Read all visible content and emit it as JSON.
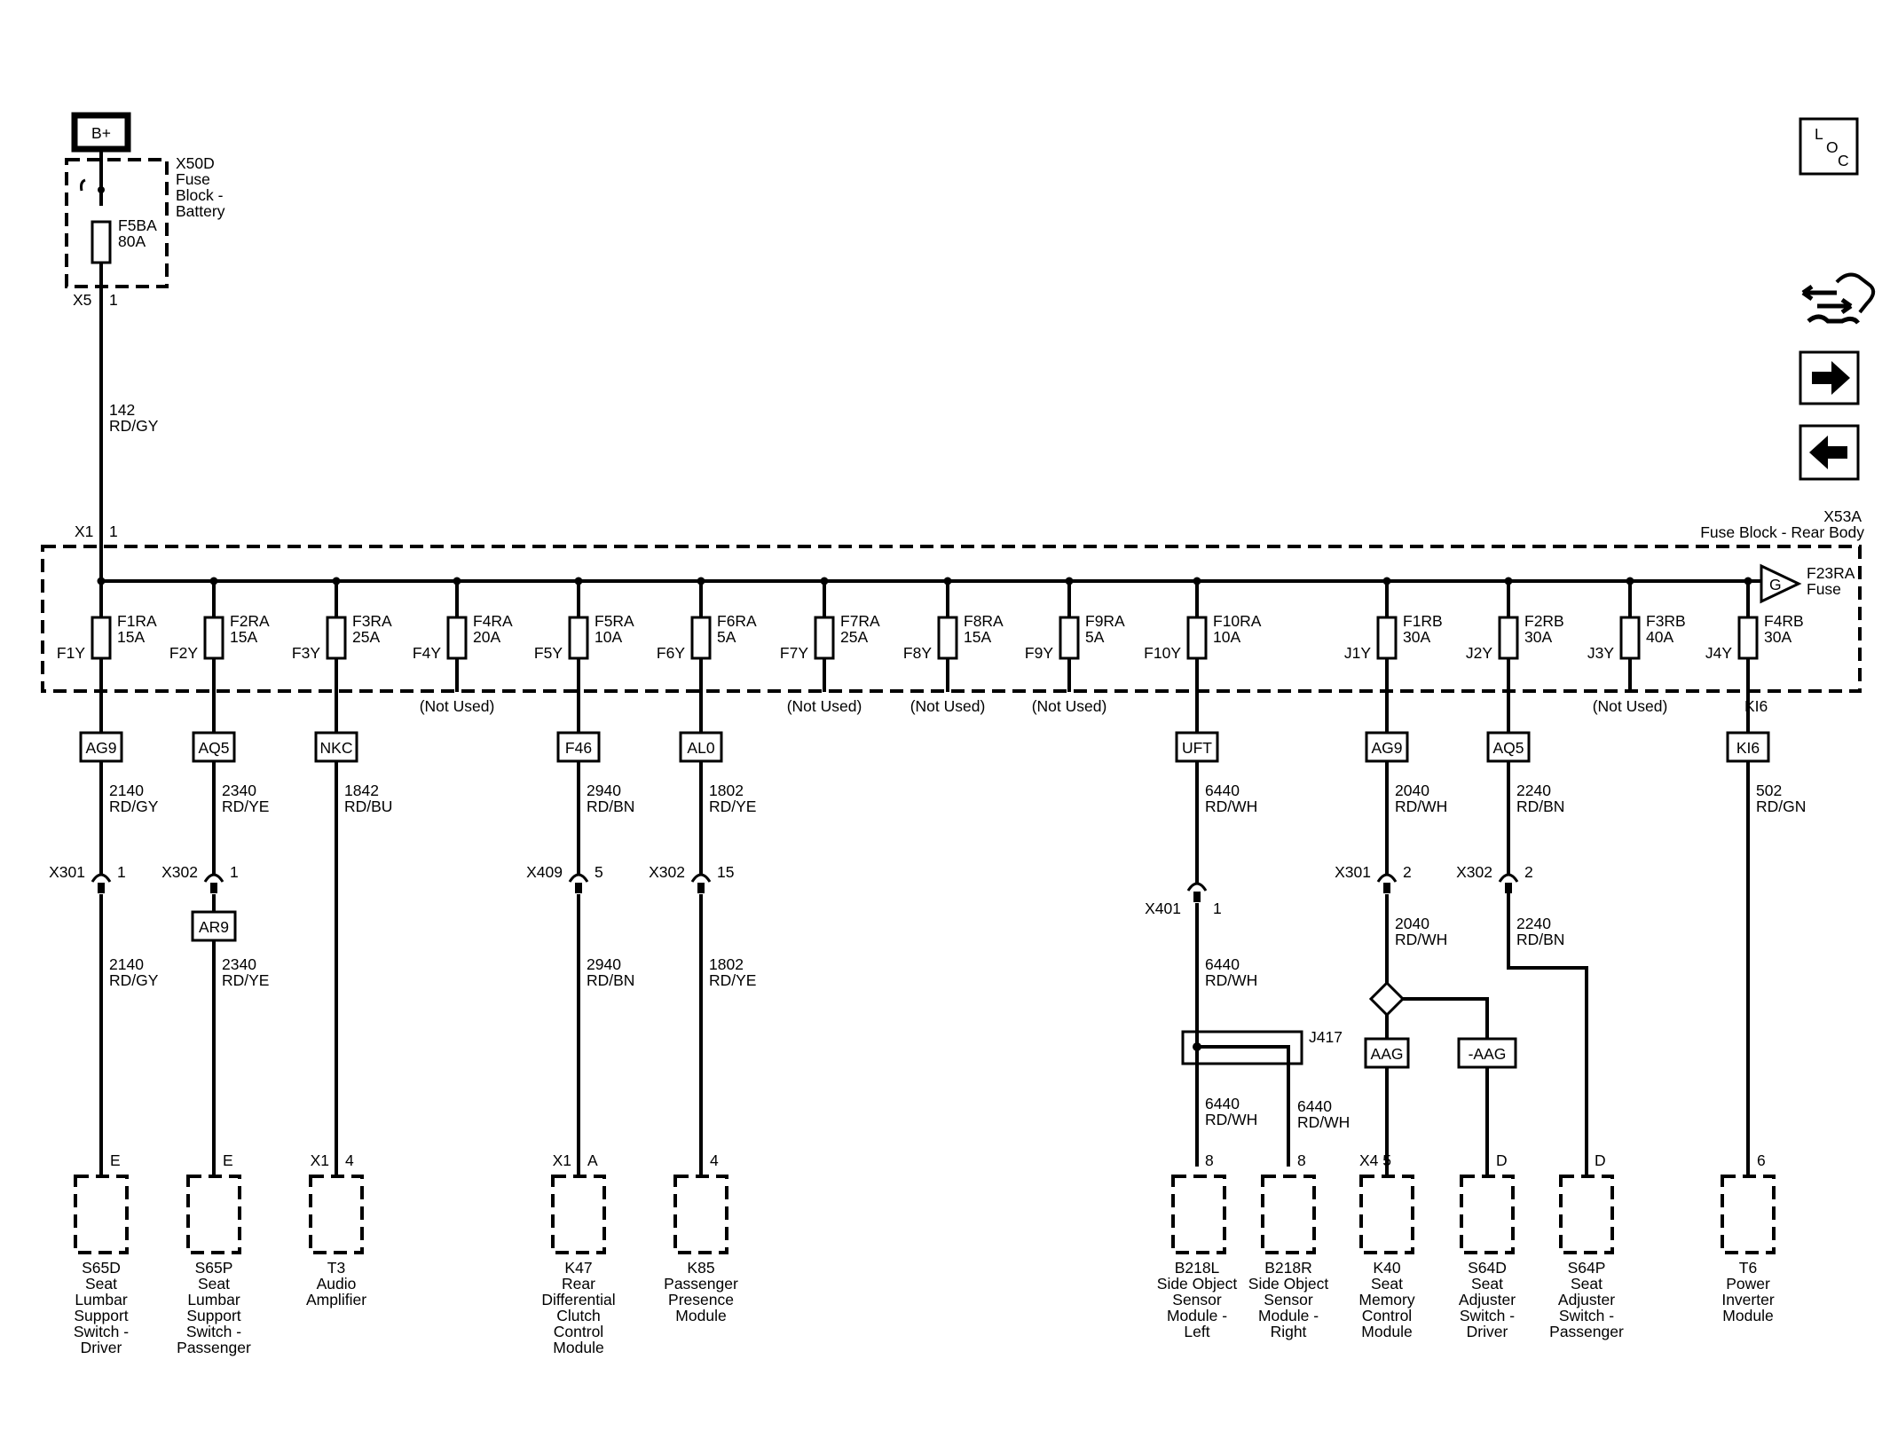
{
  "power": {
    "label": "B+"
  },
  "loc_icon": {
    "l": "L",
    "o": "O",
    "c": "C"
  },
  "nav": [
    "wiring-harness-icon",
    "arrow-right-icon",
    "arrow-left-icon"
  ],
  "fuse_block_battery": {
    "name": [
      "X50D",
      "Fuse",
      "Block -",
      "Battery"
    ],
    "fuse": [
      "F5BA",
      "80A"
    ],
    "conn": "X5",
    "pin": "1"
  },
  "main_wire": [
    "142",
    "RD/GY"
  ],
  "rear_block": {
    "name": [
      "X53A",
      "Fuse Block - Rear Body"
    ],
    "conn": "X1",
    "pin": "1",
    "bus_fuse": {
      "letter": "G",
      "label": [
        "F23RA",
        "Fuse"
      ]
    }
  },
  "fuses": [
    {
      "fuse": [
        "F1RA",
        "15A"
      ],
      "term": "F1Y",
      "opt": "AG9",
      "wire1": [
        "2140",
        "RD/GY"
      ],
      "conn": [
        "X301",
        "1"
      ],
      "wire2": [
        "2140",
        "RD/GY"
      ],
      "pin": "E",
      "module": [
        "S65D",
        "Seat",
        "Lumbar",
        "Support",
        "Switch -",
        "Driver"
      ]
    },
    {
      "fuse": [
        "F2RA",
        "15A"
      ],
      "term": "F2Y",
      "opt": "AQ5",
      "wire1": [
        "2340",
        "RD/YE"
      ],
      "conn": [
        "X302",
        "1"
      ],
      "opt2": "AR9",
      "wire2": [
        "2340",
        "RD/YE"
      ],
      "pin": "E",
      "module": [
        "S65P",
        "Seat",
        "Lumbar",
        "Support",
        "Switch -",
        "Passenger"
      ]
    },
    {
      "fuse": [
        "F3RA",
        "25A"
      ],
      "term": "F3Y",
      "opt": "NKC",
      "wire1": [
        "1842",
        "RD/BU"
      ],
      "pin": "X1 4",
      "module": [
        "T3",
        "Audio",
        "Amplifier"
      ]
    },
    {
      "fuse": [
        "F4RA",
        "20A"
      ],
      "term": "F4Y",
      "note": "(Not Used)"
    },
    {
      "fuse": [
        "F5RA",
        "10A"
      ],
      "term": "F5Y",
      "opt": "F46",
      "wire1": [
        "2940",
        "RD/BN"
      ],
      "conn": [
        "X409",
        "5"
      ],
      "wire2": [
        "2940",
        "RD/BN"
      ],
      "pin": "X1 A",
      "module": [
        "K47",
        "Rear",
        "Differential",
        "Clutch",
        "Control",
        "Module"
      ]
    },
    {
      "fuse": [
        "F6RA",
        "5A"
      ],
      "term": "F6Y",
      "opt": "AL0",
      "wire1": [
        "1802",
        "RD/YE"
      ],
      "conn": [
        "X302",
        "15"
      ],
      "wire2": [
        "1802",
        "RD/YE"
      ],
      "pin": "4",
      "module": [
        "K85",
        "Passenger",
        "Presence",
        "Module"
      ]
    },
    {
      "fuse": [
        "F7RA",
        "25A"
      ],
      "term": "F7Y",
      "note": "(Not Used)"
    },
    {
      "fuse": [
        "F8RA",
        "15A"
      ],
      "term": "F8Y",
      "note": "(Not Used)"
    },
    {
      "fuse": [
        "F9RA",
        "5A"
      ],
      "term": "F9Y",
      "note": "(Not Used)"
    },
    {
      "fuse": [
        "F10RA",
        "10A"
      ],
      "term": "F10Y",
      "opt": "UFT",
      "wire1": [
        "6440",
        "RD/WH"
      ],
      "conn": [
        "X401",
        "1"
      ],
      "wire2": [
        "6440",
        "RD/WH"
      ]
    },
    {
      "fuse": [
        "F1RB",
        "30A"
      ],
      "term": "J1Y",
      "opt": "AG9",
      "wire1": [
        "2040",
        "RD/WH"
      ],
      "conn": [
        "X301",
        "2"
      ],
      "wire2": [
        "2040",
        "RD/WH"
      ]
    },
    {
      "fuse": [
        "F2RB",
        "30A"
      ],
      "term": "J2Y",
      "opt": "AQ5",
      "wire1": [
        "2240",
        "RD/BN"
      ],
      "conn": [
        "X302",
        "2"
      ],
      "wire2": [
        "2240",
        "RD/BN"
      ]
    },
    {
      "fuse": [
        "F3RB",
        "40A"
      ],
      "term": "J3Y",
      "note": "(Not Used)"
    },
    {
      "fuse": [
        "F4RB",
        "30A"
      ],
      "term": "J4Y",
      "note": "KI6",
      "opt": "KI6",
      "wire1": [
        "502",
        "RD/GN"
      ],
      "pin": "6",
      "module": [
        "T6",
        "Power",
        "Inverter",
        "Module"
      ]
    }
  ],
  "splice": {
    "label": "J417",
    "wire_left": [
      "6440",
      "RD/WH"
    ],
    "wire_right": [
      "6440",
      "RD/WH"
    ],
    "pin_left": "8",
    "pin_right": "8",
    "module_left": [
      "B218L",
      "Side Object",
      "Sensor",
      "Module -",
      "Left"
    ],
    "module_right": [
      "B218R",
      "Side Object",
      "Sensor",
      "Module -",
      "Right"
    ]
  },
  "seat_split": {
    "opt_left": "AAG",
    "opt_right": "-AAG",
    "pin_left": "X4 5",
    "pin_right": "D",
    "module_left": [
      "K40",
      "Seat",
      "Memory",
      "Control",
      "Module"
    ],
    "module_right": [
      "S64D",
      "Seat",
      "Adjuster",
      "Switch -",
      "Driver"
    ]
  },
  "passenger_adjuster": {
    "pin": "D",
    "module": [
      "S64P",
      "Seat",
      "Adjuster",
      "Switch -",
      "Passenger"
    ]
  }
}
